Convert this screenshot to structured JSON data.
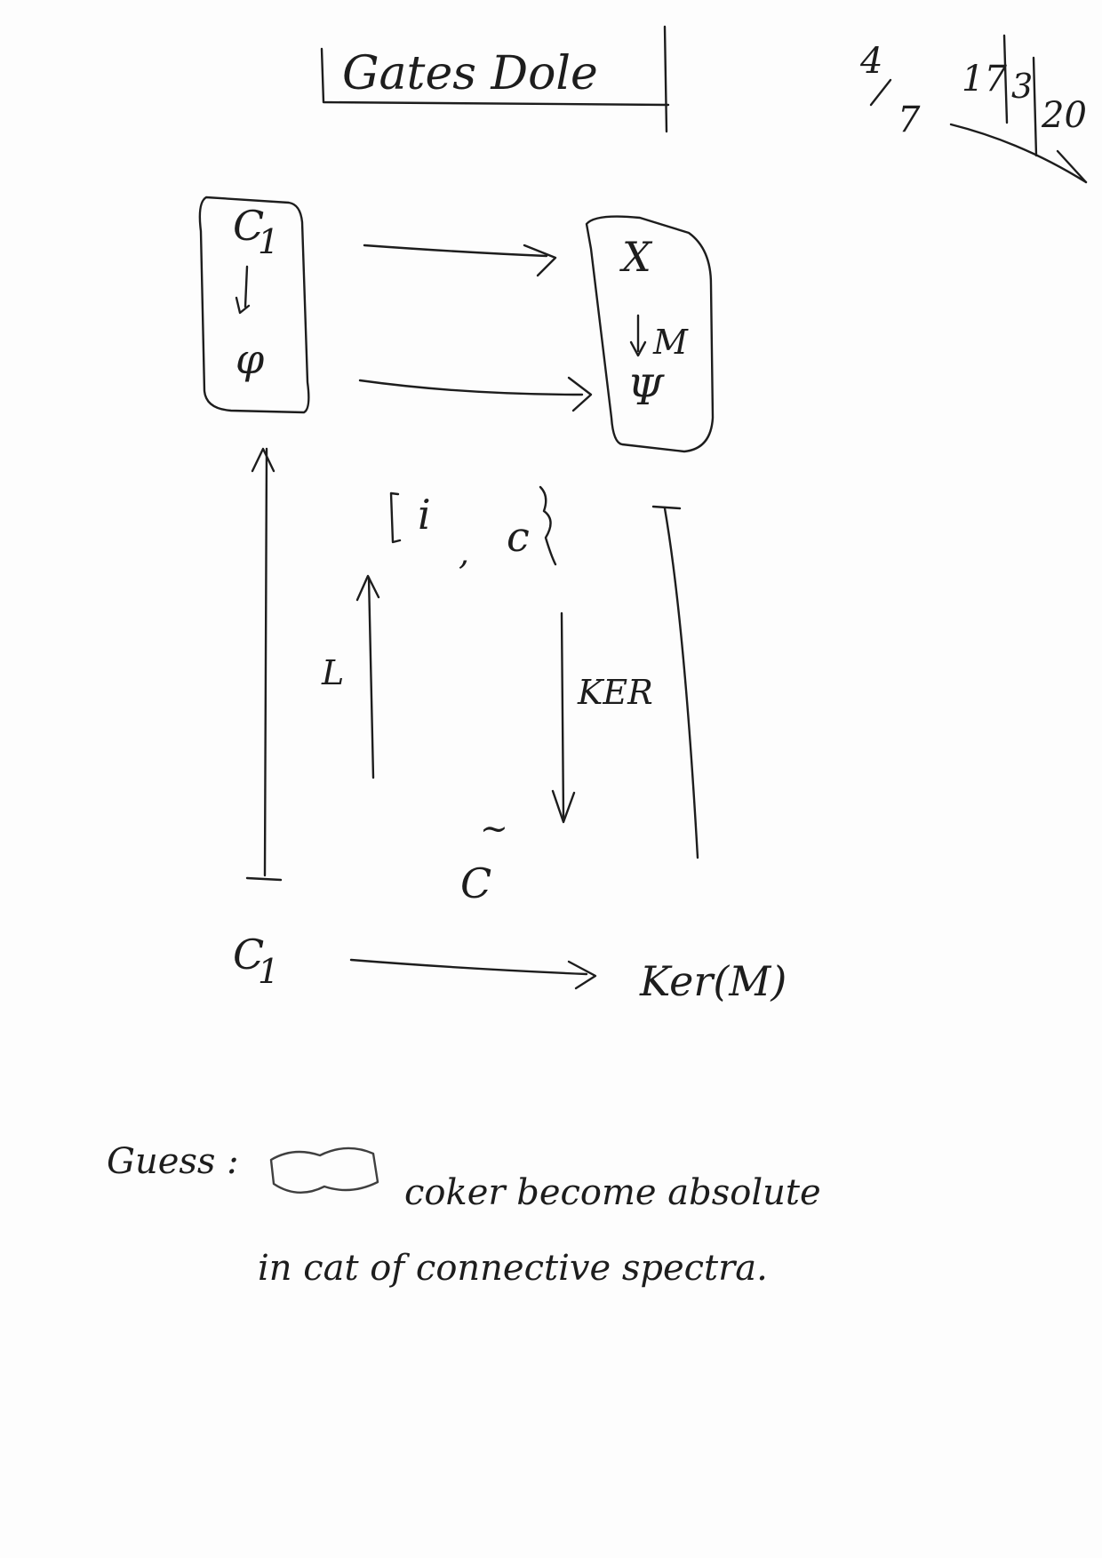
{
  "title": "Gates Dole",
  "page_marker": {
    "num": "4",
    "den": "7"
  },
  "date": {
    "day": "17",
    "month": "3",
    "year": "20"
  },
  "nodes": {
    "top_left_upper": "C",
    "top_left_upper_sub": "1",
    "top_left_lower": "φ",
    "top_right_upper": "X",
    "top_right_lower": "Ψ",
    "map_label": "M",
    "middle": "[ i , c ]",
    "middle_bottom": "C",
    "middle_bottom_accent": "~",
    "bottom_left": "C",
    "bottom_left_sub": "1",
    "bottom_right": "Ker(M)"
  },
  "arrow_labels": {
    "left_up": "L",
    "right_down": "KER"
  },
  "note": {
    "line1_prefix": "Guess :",
    "line1_rest": "coker become absolute",
    "line2": "in cat of connective spectra."
  }
}
